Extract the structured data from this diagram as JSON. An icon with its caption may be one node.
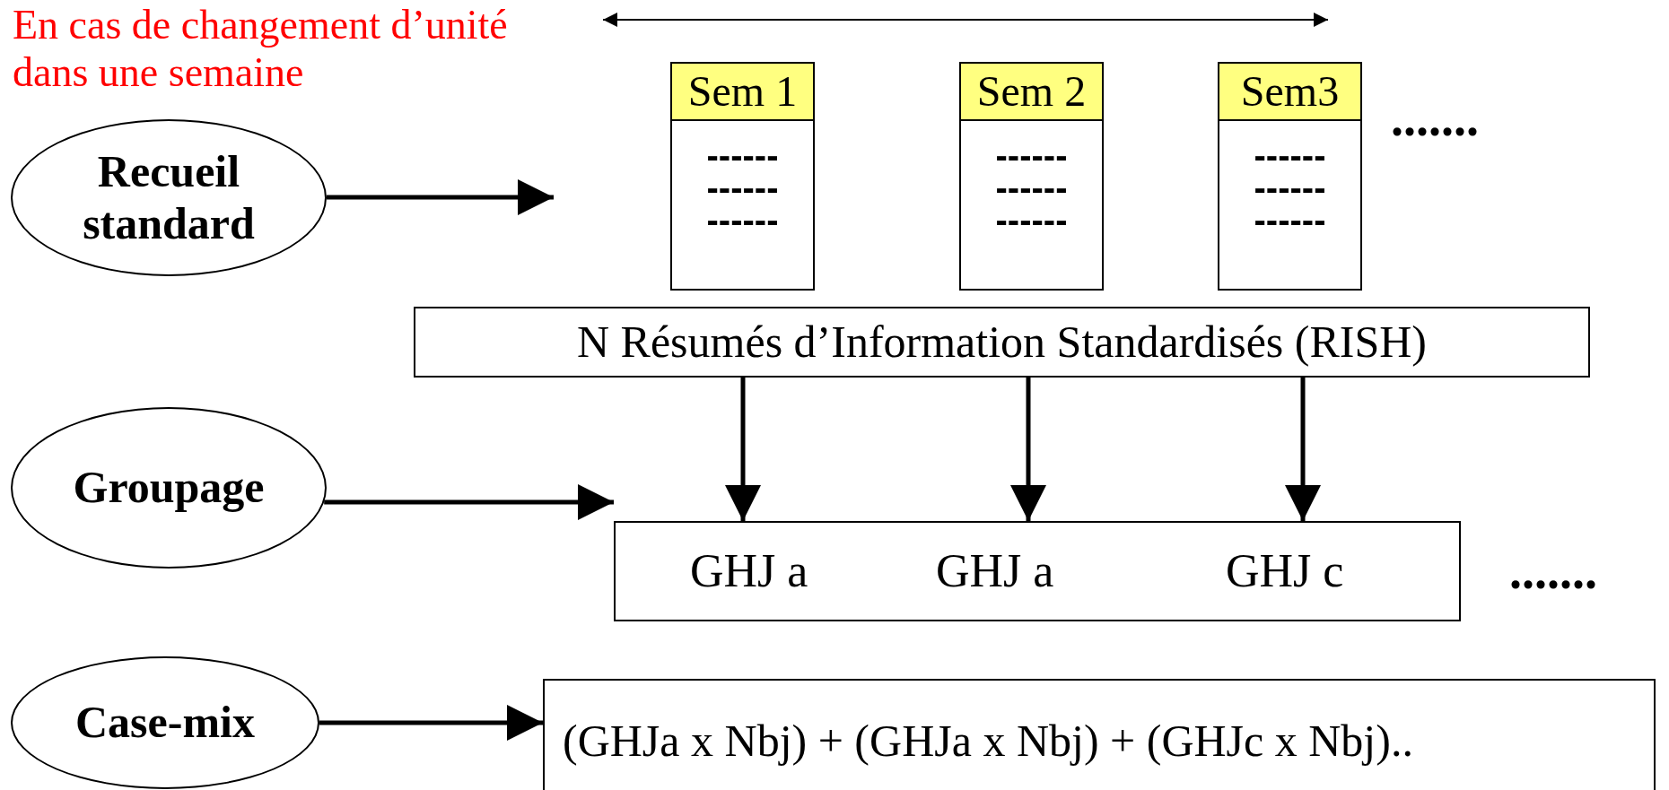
{
  "diagram": {
    "nodes": [
      {
        "text": [
          "Recueil standard"
        ]
      },
      {
        "text": [
          "Sem 1",
          "------ ------ ------"
        ]
      },
      {
        "text": [
          "Sem 2",
          "------ ------ ------"
        ]
      },
      {
        "text": [
          "Sem3",
          "------ ------ ------"
        ]
      },
      {
        "text": [
          "N Résumés d’Information Standardisés (RISH)"
        ]
      },
      {
        "text": [
          "Groupage"
        ]
      },
      {
        "text": [
          "GHJ a",
          "GHJ a",
          "GHJ c"
        ]
      },
      {
        "text": [
          "Case-mix"
        ]
      },
      {
        "text": [
          "(GHJa x Nbj) + (GHJa x Nbj) + (GHJc x Nbj).."
        ]
      }
    ],
    "edges": [
      {
        "from": 0,
        "to": null,
        "arrow": "to"
      },
      {
        "from": 5,
        "to": 6,
        "arrow": "to"
      },
      {
        "from": 7,
        "to": 8,
        "arrow": "to"
      },
      {
        "from": 4,
        "to": 6,
        "arrow": "to"
      },
      {
        "from": 4,
        "to": 6,
        "arrow": "to"
      },
      {
        "from": 4,
        "to": 6,
        "arrow": "to"
      }
    ],
    "labels": [
      "En cas de changement d’unité dans une semaine",
      ".......",
      "......."
    ]
  }
}
